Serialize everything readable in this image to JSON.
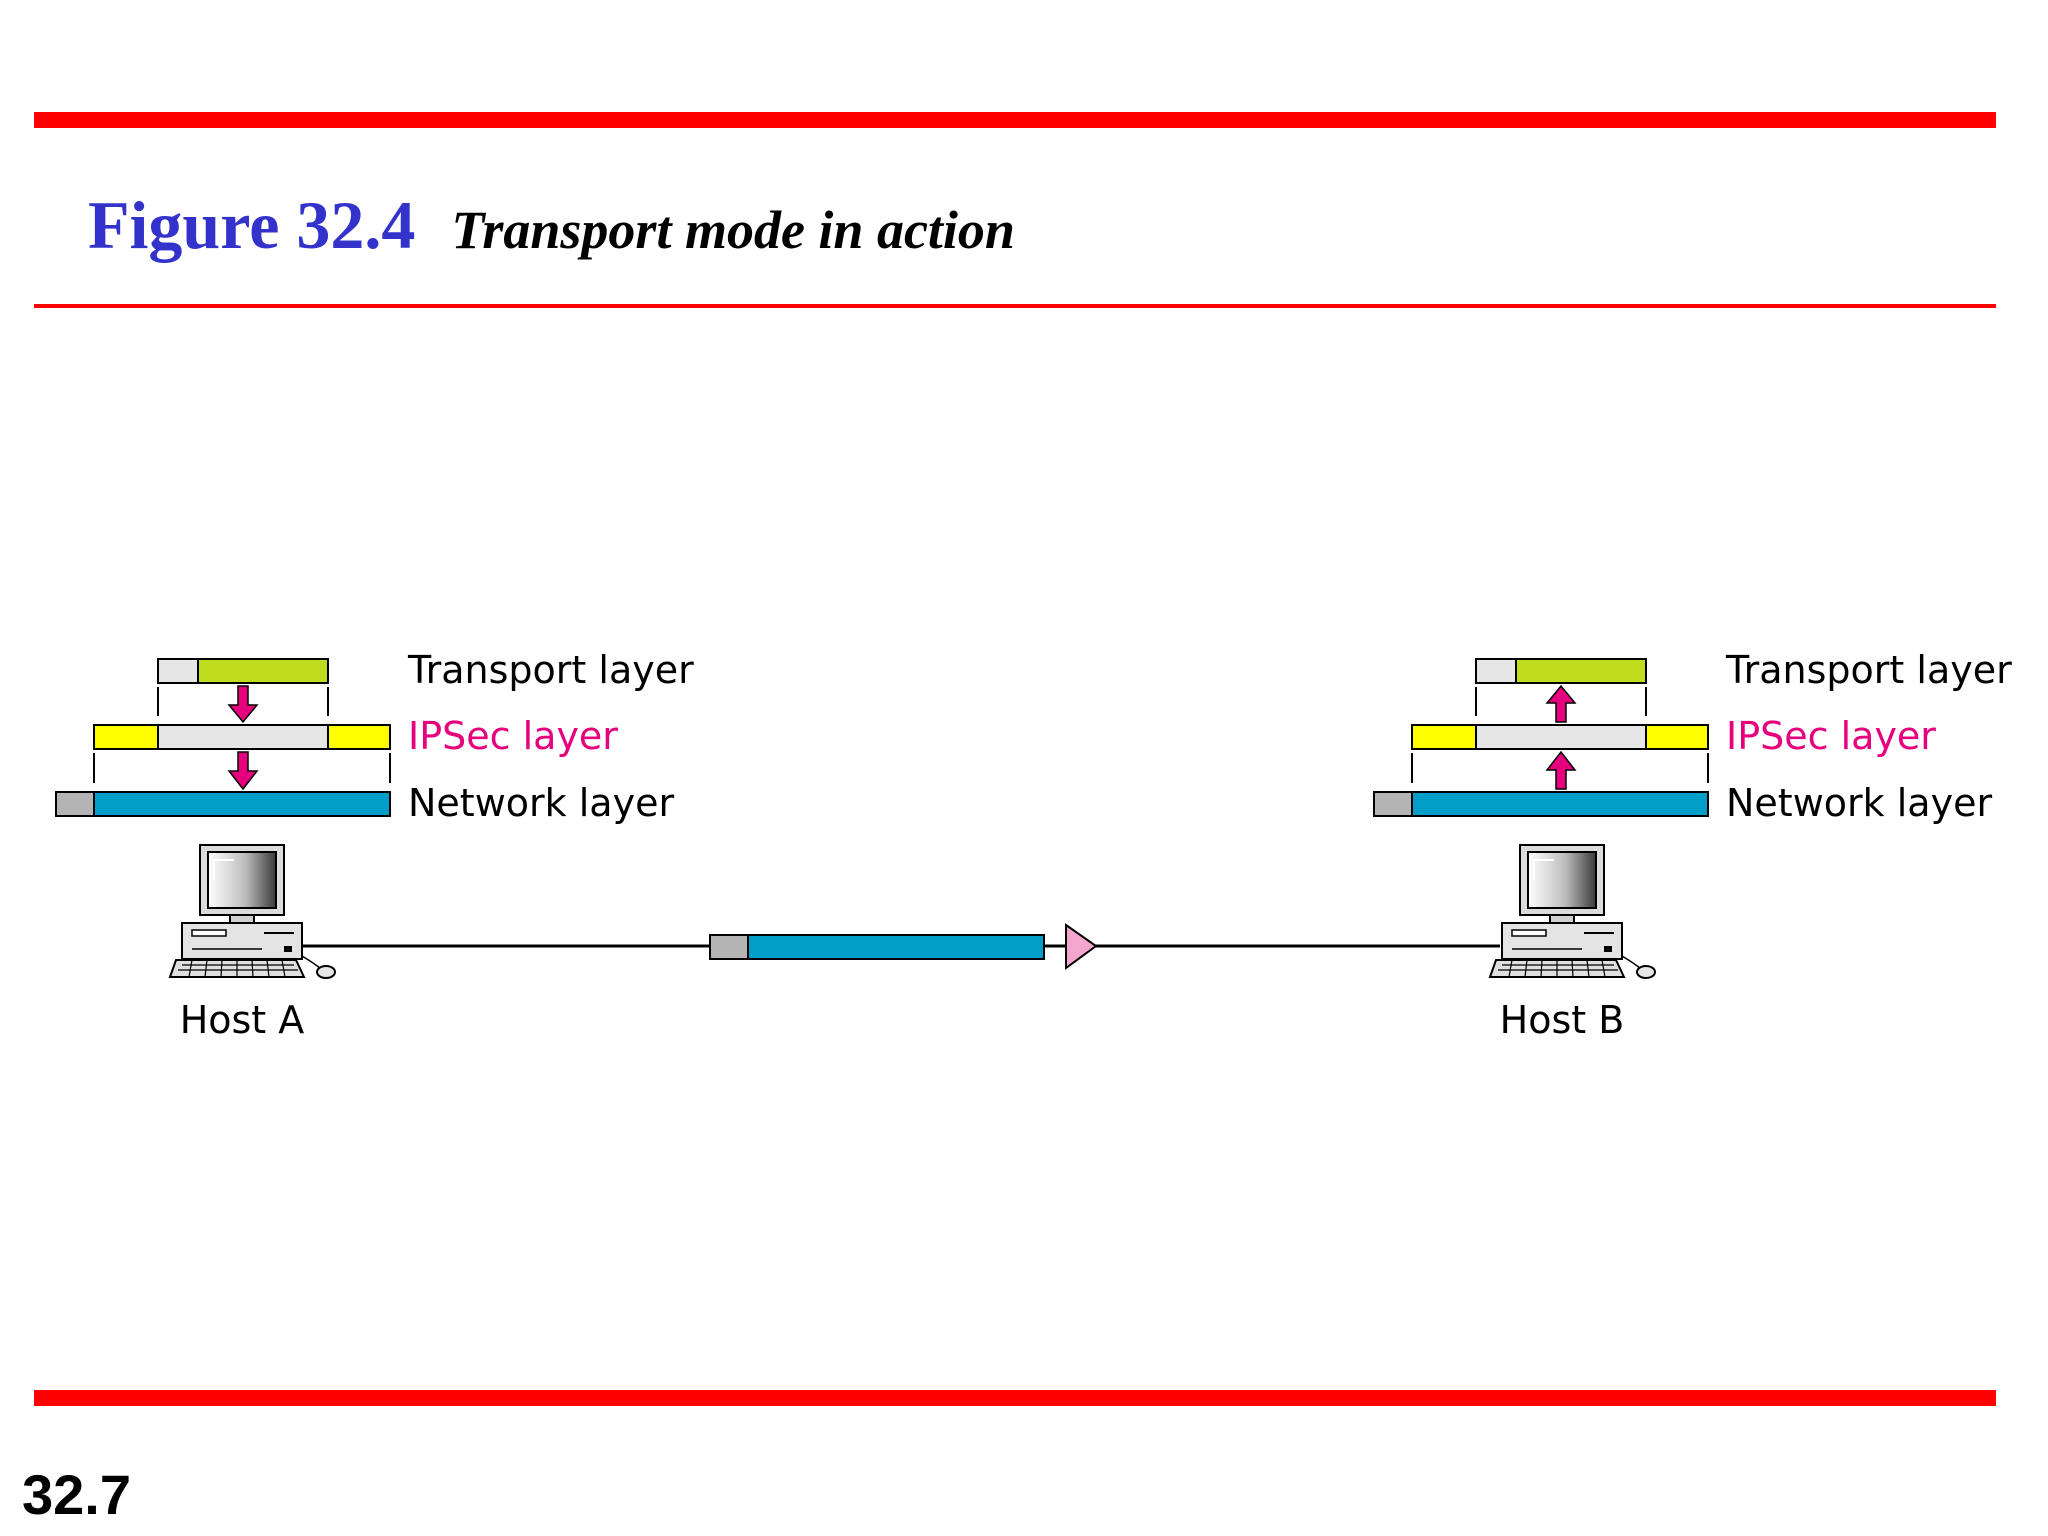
{
  "figure": {
    "number": "Figure 32.4",
    "caption": "Transport mode in action"
  },
  "page_number": "32.7",
  "layers": {
    "transport": "Transport layer",
    "ipsec": "IPSec layer",
    "network": "Network layer"
  },
  "hosts": {
    "a": "Host A",
    "b": "Host B"
  },
  "colors": {
    "rule": "#ff0000",
    "figure_number": "#3333cc",
    "payload": "#c0dc1e",
    "ipsec_parts": "#ffff00",
    "network_packet": "#009ec8",
    "header": "#b4b4b4",
    "light_header": "#e6e6e6",
    "arrow": "#e6007e",
    "ipsec_label": "#e6007e",
    "direction_arrow": "#f4a6cf"
  },
  "icons": {
    "host_a": "desktop-computer-icon",
    "host_b": "desktop-computer-icon",
    "flow": "triangle-arrow-right-icon"
  }
}
